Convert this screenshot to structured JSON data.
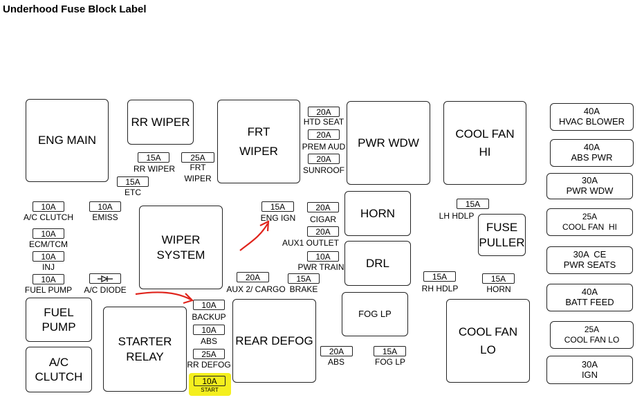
{
  "title": "Underhood Fuse Block Label",
  "colors": {
    "highlight": "#f4ef1e",
    "annotation_arrow": "#e0241c"
  },
  "relays": {
    "eng_main": "ENG MAIN",
    "rr_wiper": "RR WIPER",
    "frt_wiper_1": "FRT",
    "frt_wiper_2": "WIPER",
    "pwr_wdw": "PWR WDW",
    "cool_fan_hi_1": "COOL FAN",
    "cool_fan_hi_2": "HI",
    "wiper_system_1": "WIPER",
    "wiper_system_2": "SYSTEM",
    "horn": "HORN",
    "fuse_puller_1": "FUSE",
    "fuse_puller_2": "PULLER",
    "drl": "DRL",
    "fuel_pump_1": "FUEL",
    "fuel_pump_2": "PUMP",
    "ac_clutch_1": "A/C",
    "ac_clutch_2": "CLUTCH",
    "starter_relay_1": "STARTER",
    "starter_relay_2": "RELAY",
    "rear_defog": "REAR DEFOG",
    "fog_lp": "FOG LP",
    "cool_fan_lo_1": "COOL FAN",
    "cool_fan_lo_2": "LO"
  },
  "maxi_fuses": [
    {
      "amp": "40A",
      "name": "HVAC BLOWER"
    },
    {
      "amp": "40A",
      "name": "ABS PWR"
    },
    {
      "amp": "30A",
      "name": "PWR WDW"
    },
    {
      "amp": "25A",
      "name": "COOL FAN  HI"
    },
    {
      "amp": "30A  CE",
      "name": "PWR SEATS"
    },
    {
      "amp": "40A",
      "name": "BATT FEED"
    },
    {
      "amp": "25A",
      "name": "COOL FAN LO"
    },
    {
      "amp": "30A",
      "name": "IGN"
    }
  ],
  "fuses": {
    "rr_wiper": {
      "amp": "15A",
      "label": "RR WIPER"
    },
    "frt_wiper": {
      "amp": "25A",
      "label_1": "FRT",
      "label_2": "WIPER"
    },
    "etc": {
      "amp": "15A",
      "label": "ETC"
    },
    "htd_seat": {
      "amp": "20A",
      "label": "HTD SEAT"
    },
    "prem_aud": {
      "amp": "20A",
      "label": "PREM AUD"
    },
    "sunroof": {
      "amp": "20A",
      "label": "SUNROOF"
    },
    "ac_clutch": {
      "amp": "10A",
      "label": "A/C CLUTCH"
    },
    "emiss": {
      "amp": "10A",
      "label": "EMISS"
    },
    "ecm_tcm": {
      "amp": "10A",
      "label": "ECM/TCM"
    },
    "inj": {
      "amp": "10A",
      "label": "INJ"
    },
    "fuel_pump": {
      "amp": "10A",
      "label": "FUEL PUMP"
    },
    "ac_diode": {
      "label": "A/C DIODE"
    },
    "eng_ign": {
      "amp": "15A",
      "label": "ENG IGN"
    },
    "cigar": {
      "amp": "20A",
      "label": "CIGAR"
    },
    "aux1_outlet": {
      "amp": "20A",
      "label": "AUX1 OUTLET"
    },
    "pwr_train": {
      "amp": "10A",
      "label": "PWR TRAIN"
    },
    "aux2_cargo": {
      "amp": "20A",
      "label": "AUX 2/ CARGO"
    },
    "brake": {
      "amp": "15A",
      "label": "BRAKE"
    },
    "lh_hdlp": {
      "amp": "15A",
      "label": "LH HDLP"
    },
    "rh_hdlp": {
      "amp": "15A",
      "label": "RH HDLP"
    },
    "horn": {
      "amp": "15A",
      "label": "HORN"
    },
    "backup": {
      "amp": "10A",
      "label": "BACKUP"
    },
    "abs_left": {
      "amp": "10A",
      "label": "ABS"
    },
    "rr_defog": {
      "amp": "25A",
      "label": "RR DEFOG"
    },
    "start": {
      "amp": "10A",
      "label": "START"
    },
    "abs_mid": {
      "amp": "20A",
      "label": "ABS"
    },
    "fog_lp": {
      "amp": "15A",
      "label": "FOG LP"
    }
  }
}
